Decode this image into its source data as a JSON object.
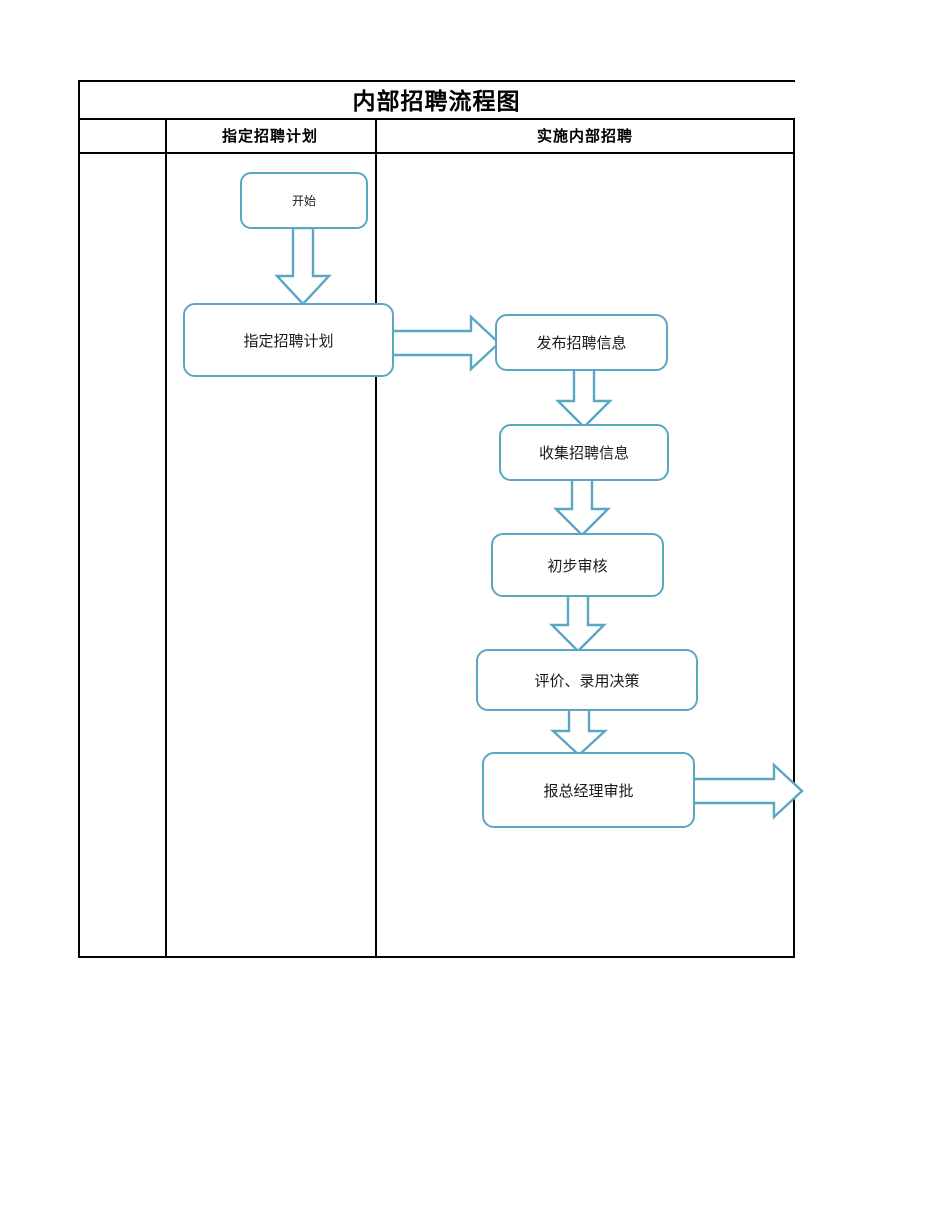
{
  "document": {
    "title": "内部招聘流程图"
  },
  "table": {
    "columns": [
      {
        "name": "col-blank",
        "label": ""
      },
      {
        "name": "col-plan",
        "label": "指定招聘计划"
      },
      {
        "name": "col-exec",
        "label": "实施内部招聘"
      }
    ]
  },
  "flow": {
    "nodes": [
      {
        "id": "start",
        "label": "开始",
        "lane": "指定招聘计划"
      },
      {
        "id": "plan",
        "label": "指定招聘计划",
        "lane": "指定招聘计划"
      },
      {
        "id": "publish",
        "label": "发布招聘信息",
        "lane": "实施内部招聘"
      },
      {
        "id": "collect",
        "label": "收集招聘信息",
        "lane": "实施内部招聘"
      },
      {
        "id": "screen",
        "label": "初步审核",
        "lane": "实施内部招聘"
      },
      {
        "id": "decide",
        "label": "评价、录用决策",
        "lane": "实施内部招聘"
      },
      {
        "id": "approve",
        "label": "报总经理审批",
        "lane": "实施内部招聘"
      }
    ],
    "edges": [
      {
        "from": "start",
        "to": "plan",
        "direction": "down"
      },
      {
        "from": "plan",
        "to": "publish",
        "direction": "right"
      },
      {
        "from": "publish",
        "to": "collect",
        "direction": "down"
      },
      {
        "from": "collect",
        "to": "screen",
        "direction": "down"
      },
      {
        "from": "screen",
        "to": "decide",
        "direction": "down"
      },
      {
        "from": "decide",
        "to": "approve",
        "direction": "down"
      },
      {
        "from": "approve",
        "to": "",
        "direction": "right"
      }
    ]
  },
  "colors": {
    "node_stroke": "#5AA7C4",
    "node_fill": "#FFFFFF",
    "table_border": "#000000",
    "text": "#1A1A1A"
  }
}
